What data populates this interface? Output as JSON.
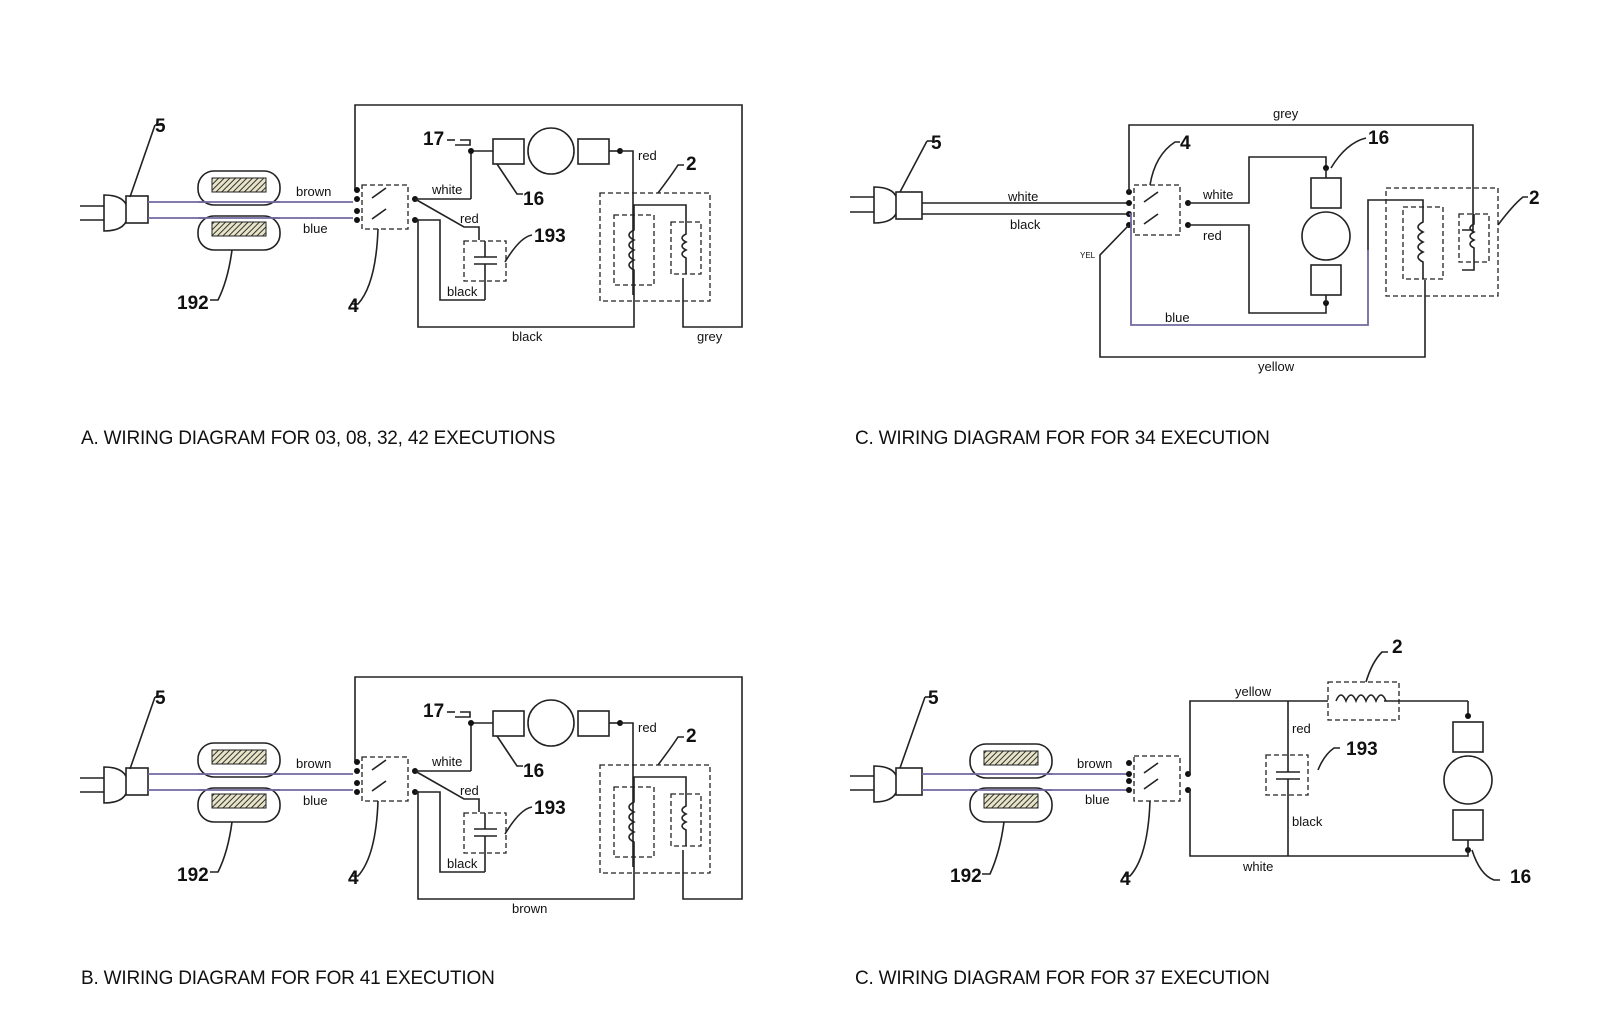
{
  "colors": {
    "wire": "#222222",
    "blue_wire": "#6f6aa0",
    "background": "#ffffff"
  },
  "captions": {
    "a": "A. WIRING DIAGRAM FOR 03, 08, 32, 42 EXECUTIONS",
    "b": "B. WIRING DIAGRAM FOR FOR 41 EXECUTION",
    "c1": "C. WIRING DIAGRAM FOR FOR 34 EXECUTION",
    "c2": "C. WIRING DIAGRAM FOR FOR 37 EXECUTION"
  },
  "refs": {
    "plug": "5",
    "filter": "192",
    "switch": "4",
    "brush": "17",
    "motor": "16",
    "field": "2",
    "capacitor": "193"
  },
  "wires": {
    "brown": "brown",
    "blue": "blue",
    "white": "white",
    "red": "red",
    "black": "black",
    "grey": "grey",
    "yellow": "yellow",
    "yel": "YEL"
  }
}
